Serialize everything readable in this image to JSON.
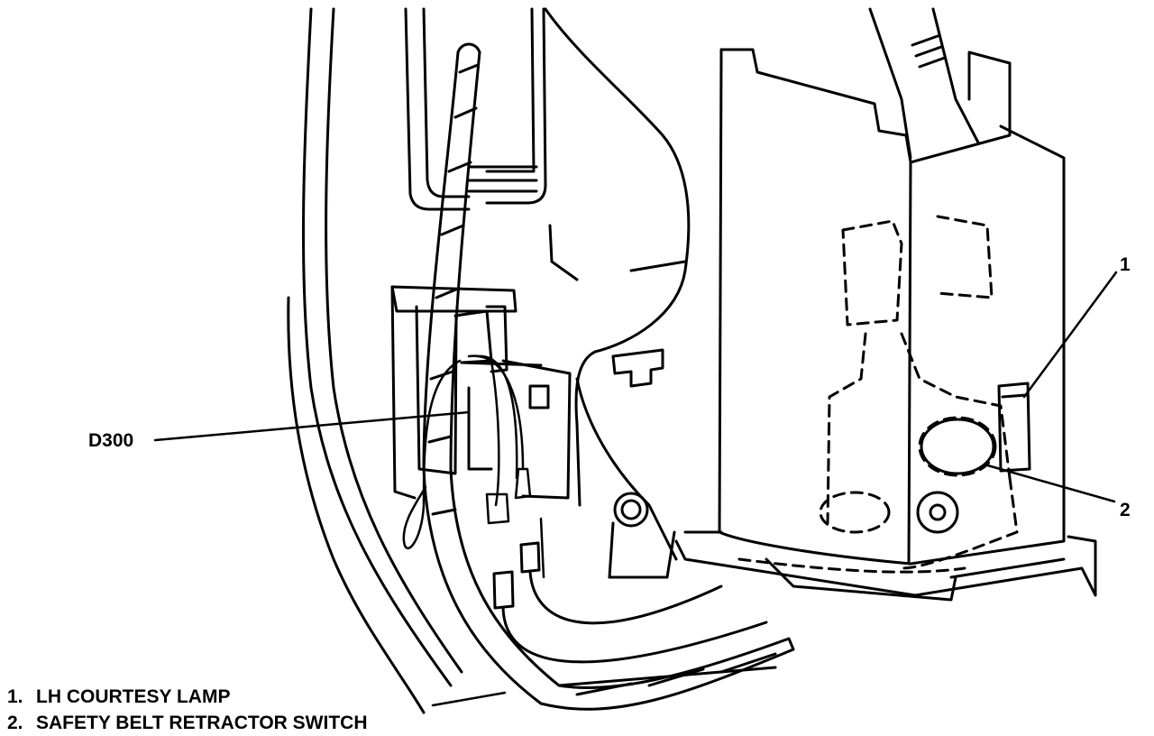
{
  "callouts": {
    "connector": "D300",
    "item_1": "1",
    "item_2": "2"
  },
  "legend": [
    {
      "number": "1.",
      "text": "LH COURTESY LAMP"
    },
    {
      "number": "2.",
      "text": "SAFETY BELT RETRACTOR SWITCH"
    }
  ]
}
